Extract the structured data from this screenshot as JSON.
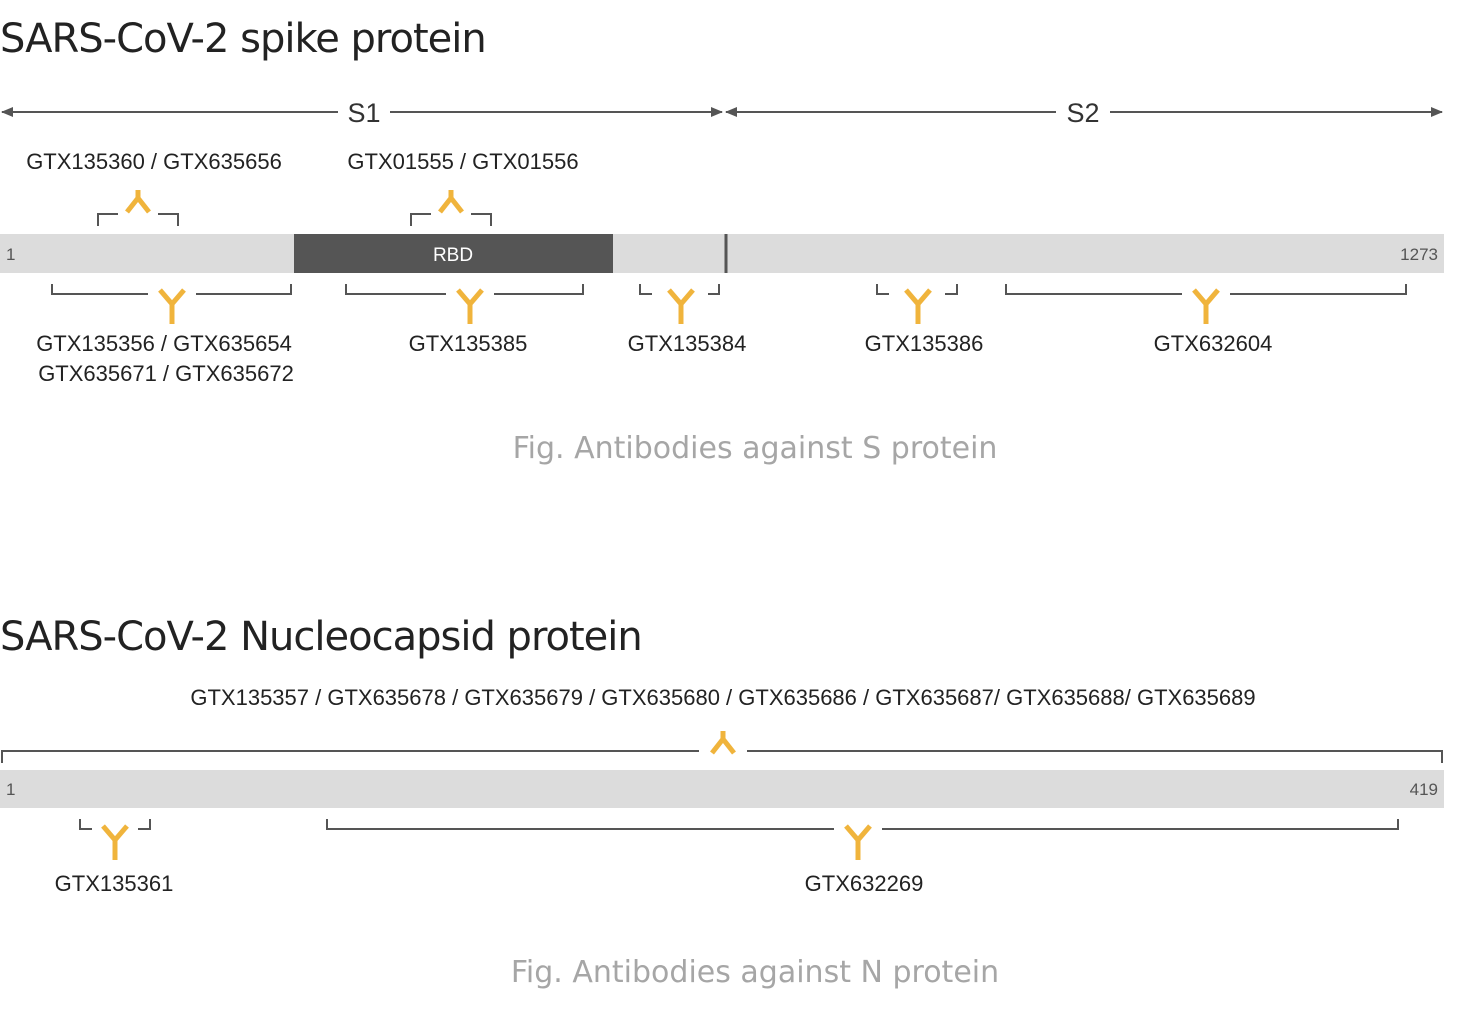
{
  "colors": {
    "antibody": "#f0b43c",
    "bar": "#dcdcdc",
    "rbd": "#555555",
    "caption": "#a6a6a6"
  },
  "spike": {
    "title": "SARS-CoV-2 spike protein",
    "s1_label": "S1",
    "s2_label": "S2",
    "start": "1",
    "end": "1273",
    "rbd_label": "RBD",
    "top_antibodies": [
      "GTX135360 / GTX635656",
      "GTX01555 / GTX01556"
    ],
    "bottom_antibodies": [
      [
        "GTX135356 / GTX635654",
        "GTX635671 / GTX635672"
      ],
      [
        "GTX135385"
      ],
      [
        "GTX135384"
      ],
      [
        "GTX135386"
      ],
      [
        "GTX632604"
      ]
    ],
    "caption": "Fig. Antibodies against S protein"
  },
  "nucleocapsid": {
    "title": "SARS-CoV-2 Nucleocapsid protein",
    "start": "1",
    "end": "419",
    "top_antibody": "GTX135357 / GTX635678 / GTX635679 / GTX635680 / GTX635686 / GTX635687/ GTX635688/ GTX635689",
    "bottom_antibodies": [
      "GTX135361",
      "GTX632269"
    ],
    "caption": "Fig. Antibodies against N protein"
  }
}
